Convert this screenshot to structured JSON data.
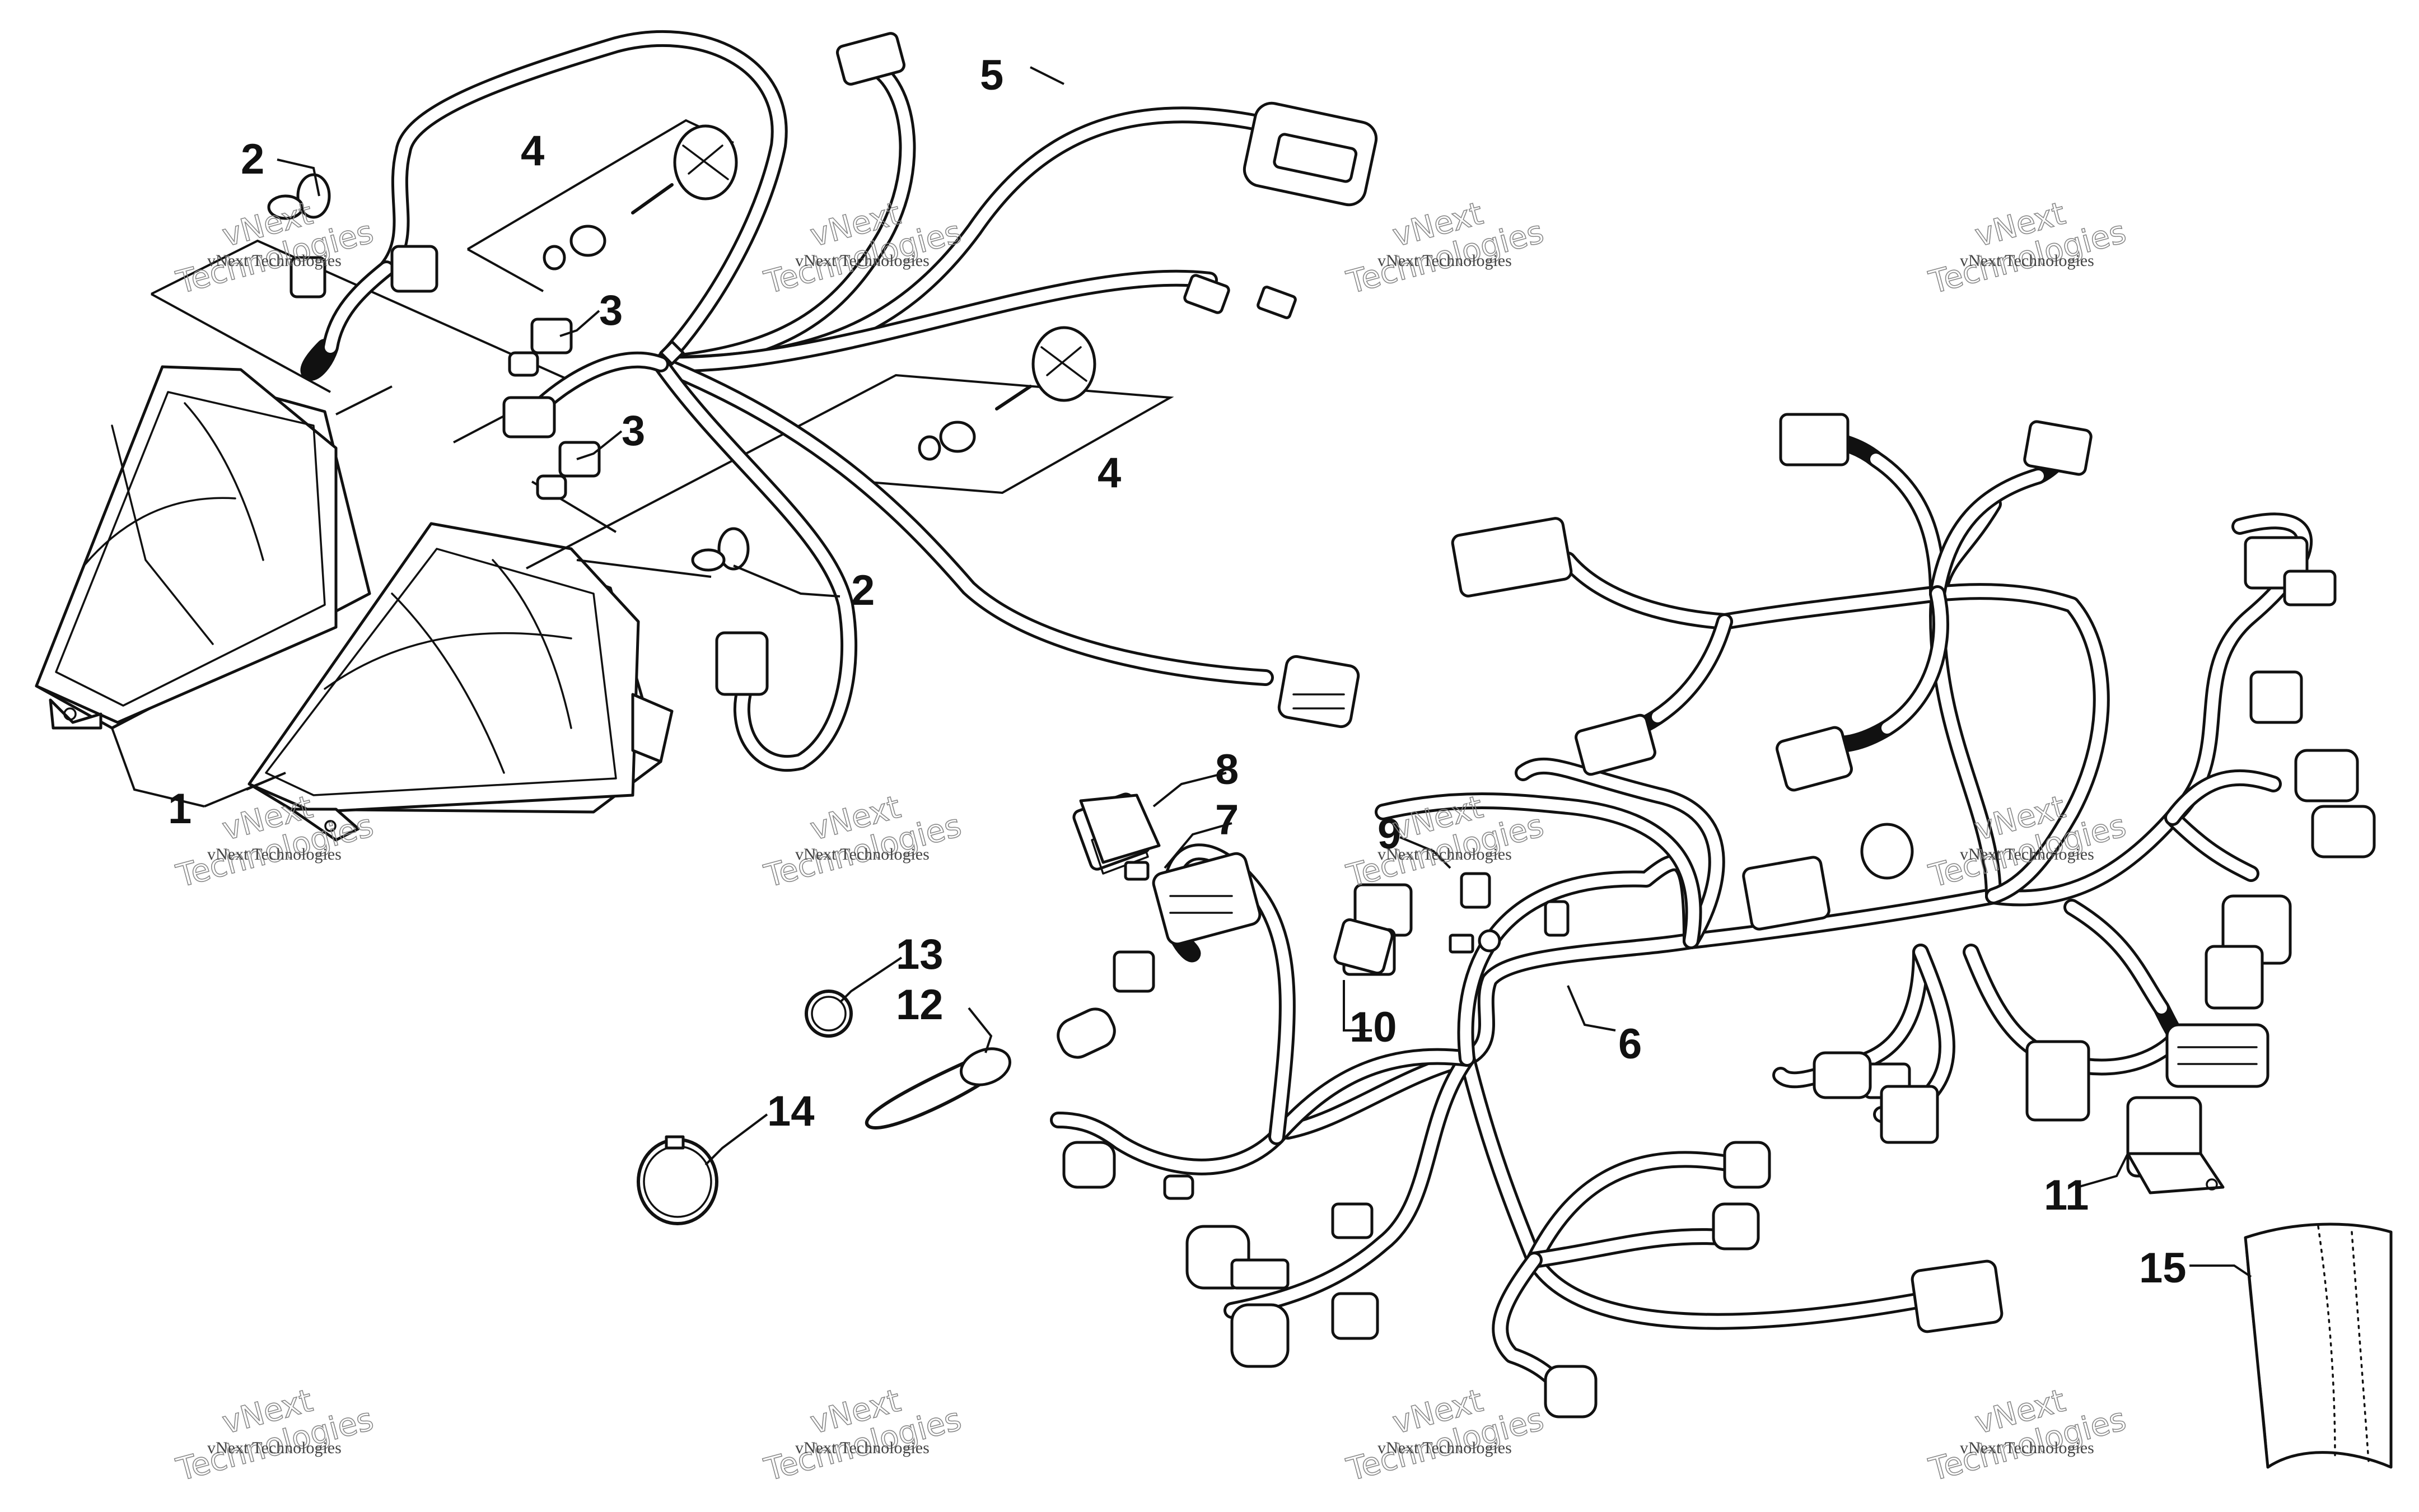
{
  "callouts": [
    {
      "id": "c1",
      "label": "1",
      "part": "headlight-housing"
    },
    {
      "id": "c2a",
      "label": "2",
      "part": "socket"
    },
    {
      "id": "c2b",
      "label": "2",
      "part": "socket"
    },
    {
      "id": "c3a",
      "label": "3",
      "part": "bulb"
    },
    {
      "id": "c3b",
      "label": "3",
      "part": "bulb"
    },
    {
      "id": "c4a",
      "label": "4",
      "part": "headlight-adjuster-kit"
    },
    {
      "id": "c4b",
      "label": "4",
      "part": "headlight-adjuster-kit"
    },
    {
      "id": "c5",
      "label": "5",
      "part": "headlight-harness"
    },
    {
      "id": "c6",
      "label": "6",
      "part": "main-wiring-harness"
    },
    {
      "id": "c7",
      "label": "7",
      "part": "connector"
    },
    {
      "id": "c8",
      "label": "8",
      "part": "connector-cover"
    },
    {
      "id": "c9",
      "label": "9",
      "part": "fuse"
    },
    {
      "id": "c10",
      "label": "10",
      "part": "fuse-holder"
    },
    {
      "id": "c11",
      "label": "11",
      "part": "relay"
    },
    {
      "id": "c12",
      "label": "12",
      "part": "fuse-link"
    },
    {
      "id": "c13",
      "label": "13",
      "part": "clip"
    },
    {
      "id": "c14",
      "label": "14",
      "part": "cable-tie"
    },
    {
      "id": "c15",
      "label": "15",
      "part": "protective-sleeve"
    }
  ],
  "watermark": {
    "small_text": "vNext Technologies",
    "big_line1": "vNext",
    "big_line2": "Technologies"
  },
  "colors": {
    "line": "#111111",
    "background": "#ffffff",
    "watermark": "#888888"
  }
}
